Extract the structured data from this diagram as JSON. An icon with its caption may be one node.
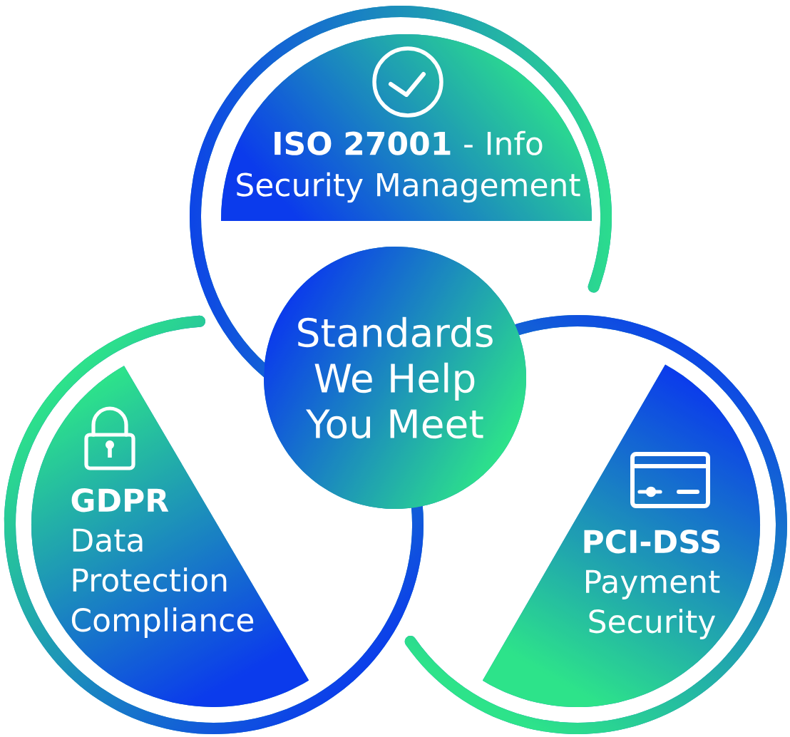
{
  "diagram": {
    "nodes": [
      {
        "text": [
          "Standards We Help You Meet"
        ]
      },
      {
        "text": [
          "**ISO 27001** - Info Security Management"
        ]
      },
      {
        "text": [
          "GDPR",
          "Data Protection Compliance"
        ]
      },
      {
        "text": [
          "PCI-DSS",
          "Payment Security"
        ]
      }
    ]
  }
}
